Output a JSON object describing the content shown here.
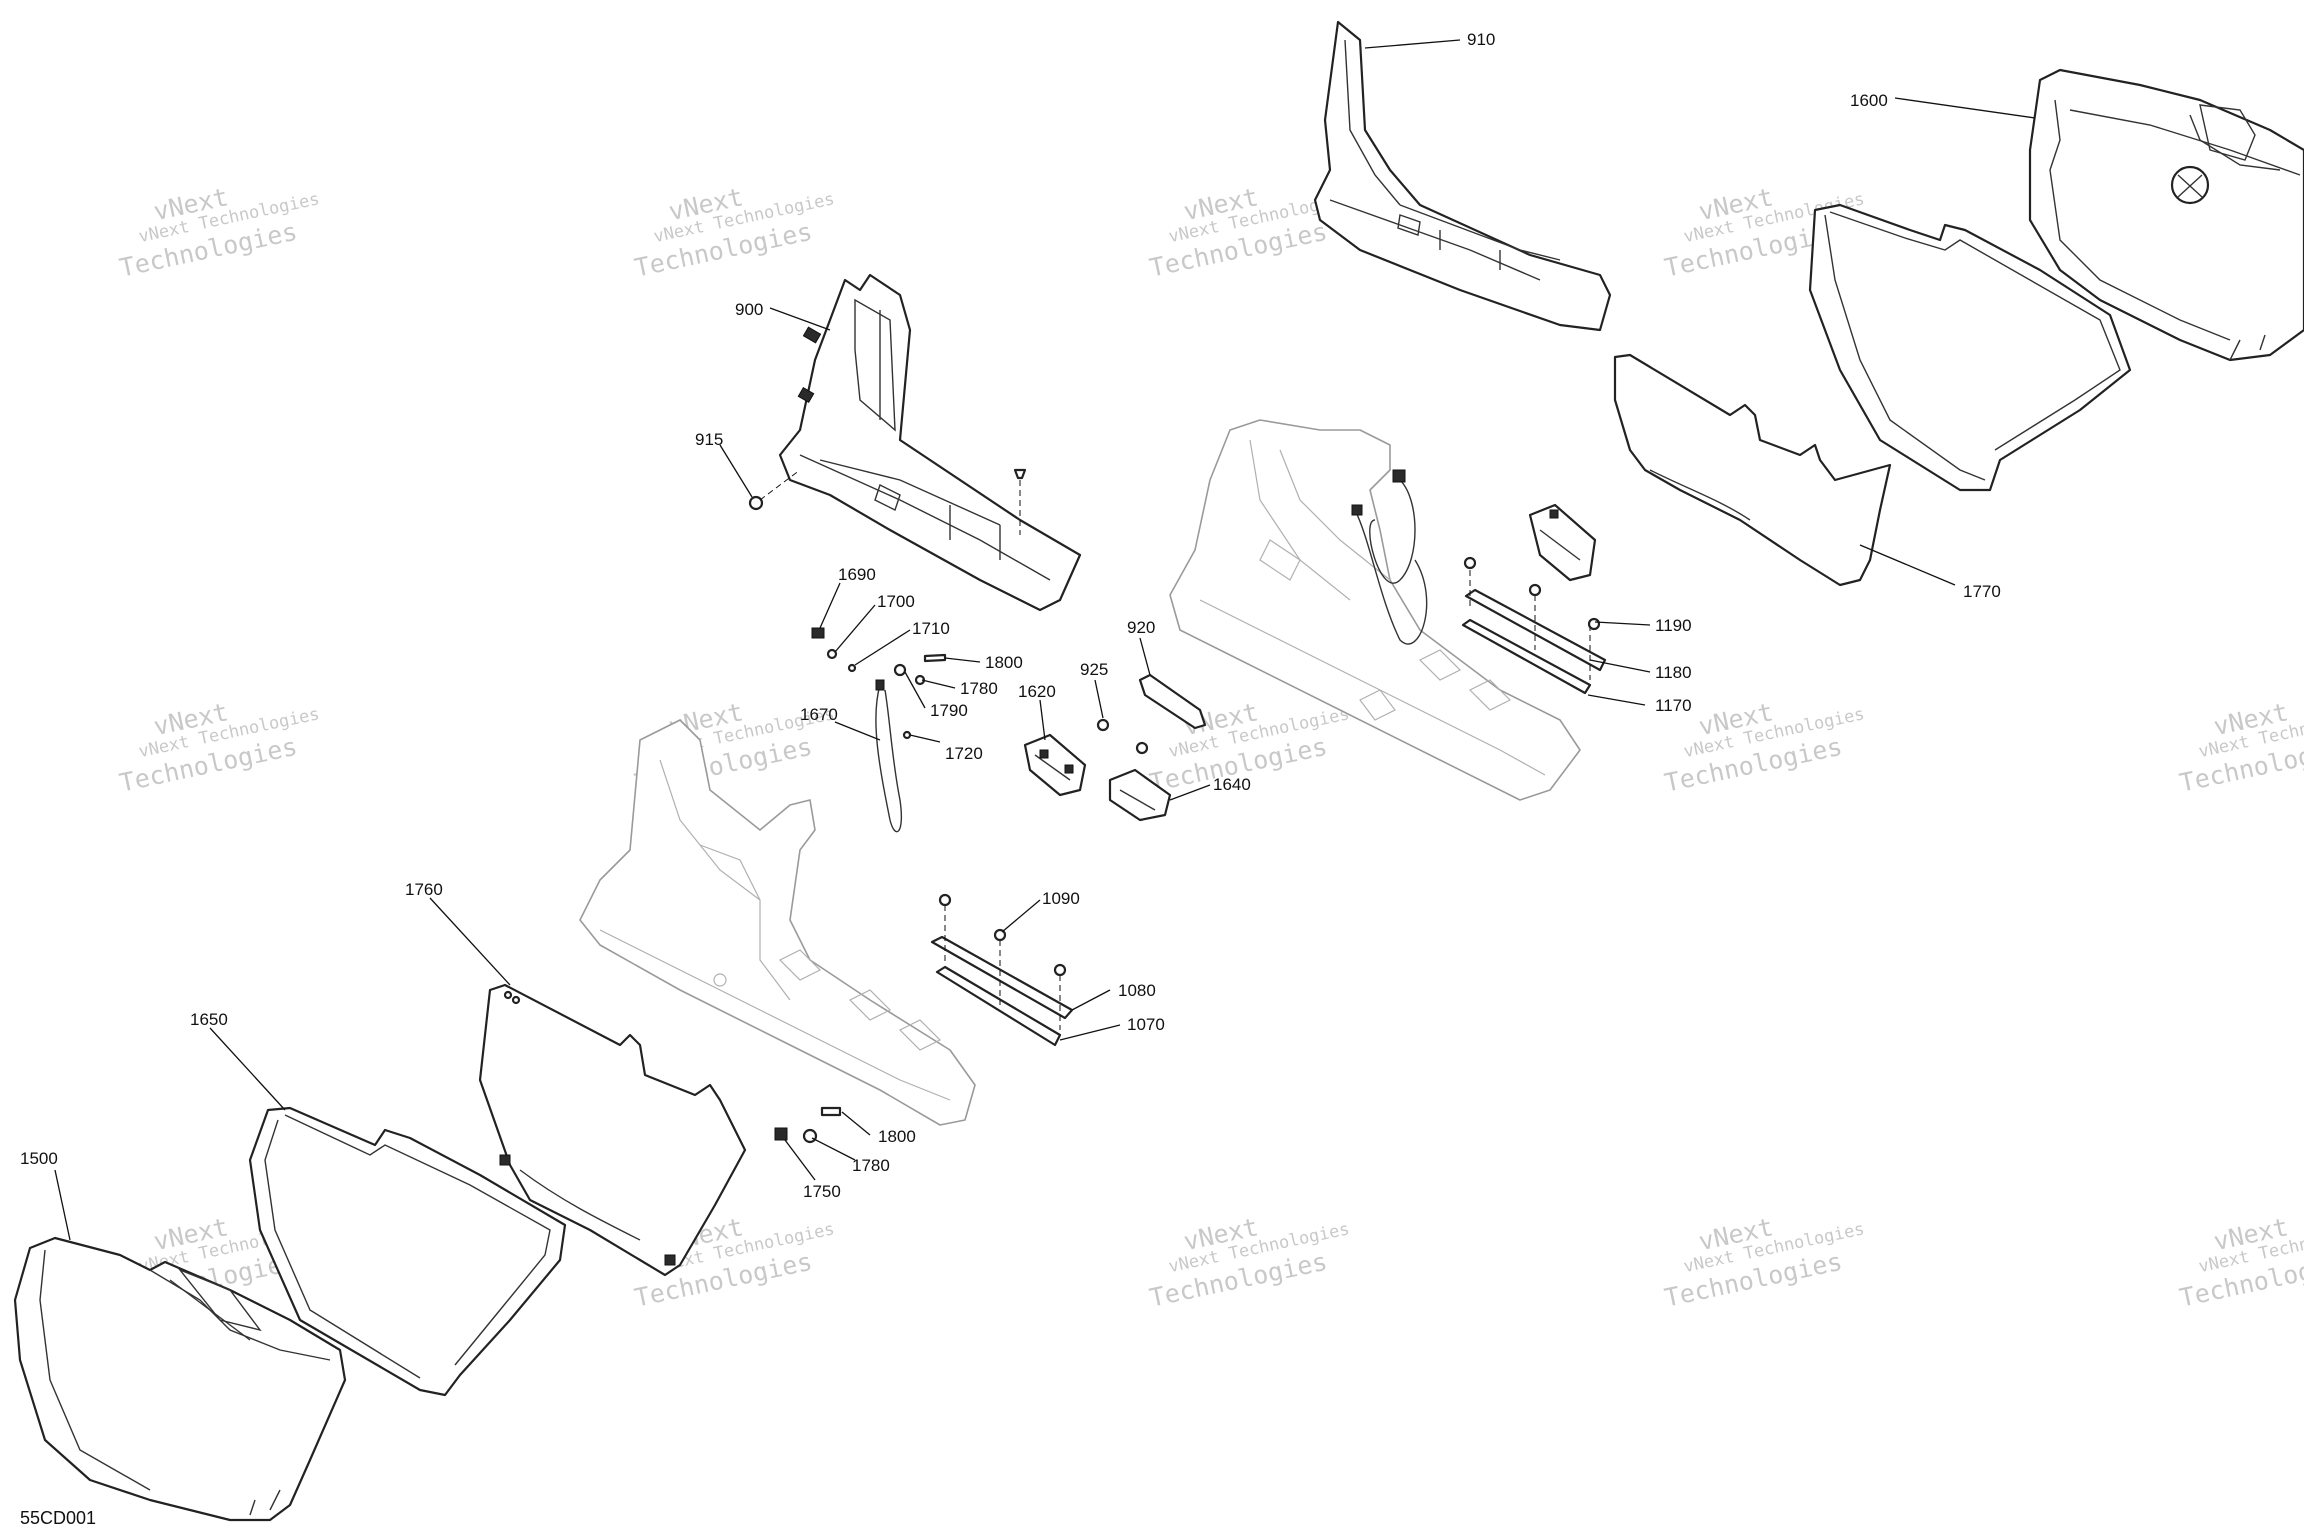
{
  "diagram_code": "55CD001",
  "watermark": {
    "line1": "vNext Technologies",
    "line2": "vNext",
    "line3": "Technologies"
  },
  "callouts": [
    {
      "id": "910",
      "label": "910"
    },
    {
      "id": "1600",
      "label": "1600"
    },
    {
      "id": "900",
      "label": "900"
    },
    {
      "id": "915",
      "label": "915"
    },
    {
      "id": "1770",
      "label": "1770"
    },
    {
      "id": "1190",
      "label": "1190"
    },
    {
      "id": "1180",
      "label": "1180"
    },
    {
      "id": "1170",
      "label": "1170"
    },
    {
      "id": "920",
      "label": "920"
    },
    {
      "id": "925",
      "label": "925"
    },
    {
      "id": "1620",
      "label": "1620"
    },
    {
      "id": "1640",
      "label": "1640"
    },
    {
      "id": "1690",
      "label": "1690"
    },
    {
      "id": "1700",
      "label": "1700"
    },
    {
      "id": "1710",
      "label": "1710"
    },
    {
      "id": "1800a",
      "label": "1800"
    },
    {
      "id": "1780a",
      "label": "1780"
    },
    {
      "id": "1790",
      "label": "1790"
    },
    {
      "id": "1670",
      "label": "1670"
    },
    {
      "id": "1720",
      "label": "1720"
    },
    {
      "id": "1090",
      "label": "1090"
    },
    {
      "id": "1080",
      "label": "1080"
    },
    {
      "id": "1070",
      "label": "1070"
    },
    {
      "id": "1760",
      "label": "1760"
    },
    {
      "id": "1650",
      "label": "1650"
    },
    {
      "id": "1500",
      "label": "1500"
    },
    {
      "id": "1800b",
      "label": "1800"
    },
    {
      "id": "1780b",
      "label": "1780"
    },
    {
      "id": "1750",
      "label": "1750"
    }
  ]
}
